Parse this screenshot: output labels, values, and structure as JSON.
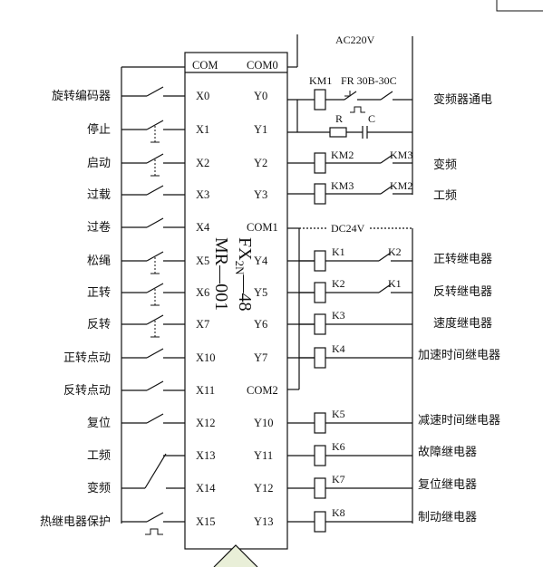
{
  "supply": {
    "ac": "AC220V",
    "dc": "DC24V"
  },
  "plc": {
    "model_main": "FX",
    "model_sub": "2N",
    "model_tail": "—48",
    "model_line2": "MR—001"
  },
  "plc_left": {
    "com": "COM",
    "pins": [
      "X0",
      "X1",
      "X2",
      "X3",
      "X4",
      "X5",
      "X6",
      "X7",
      "X10",
      "X11",
      "X12",
      "X13",
      "X14",
      "X15"
    ]
  },
  "plc_right": {
    "com0": "COM0",
    "pins_a": [
      "Y0",
      "Y1",
      "Y2",
      "Y3"
    ],
    "com1": "COM1",
    "pins_b": [
      "Y4",
      "Y5",
      "Y6",
      "Y7"
    ],
    "com2": "COM2",
    "pins_c": [
      "Y10",
      "Y11",
      "Y12",
      "Y13"
    ]
  },
  "inputs": [
    "旋转编码器",
    "停止",
    "启动",
    "过载",
    "过卷",
    "松绳",
    "正转",
    "反转",
    "正转点动",
    "反转点动",
    "复位",
    "工频",
    "变频",
    "热继电器保护"
  ],
  "top_components": {
    "km1": "KM1",
    "fr": "FR 30B-30C",
    "r": "R",
    "c": "C"
  },
  "coils": {
    "km2": "KM2",
    "km3": "KM3",
    "interlock_km3": "KM3",
    "interlock_km2": "KM2",
    "k1": "K1",
    "k2": "K2",
    "k3": "K3",
    "k4": "K4",
    "k5": "K5",
    "k6": "K6",
    "k7": "K7",
    "k8": "K8",
    "interlock_k2": "K2",
    "interlock_k1": "K1"
  },
  "outputs": [
    "变频器通电",
    "变频",
    "工频",
    "正转继电器",
    "反转继电器",
    "速度继电器",
    "加速时间继电器",
    "减速时间继电器",
    "故障继电器",
    "复位继电器",
    "制动继电器"
  ]
}
